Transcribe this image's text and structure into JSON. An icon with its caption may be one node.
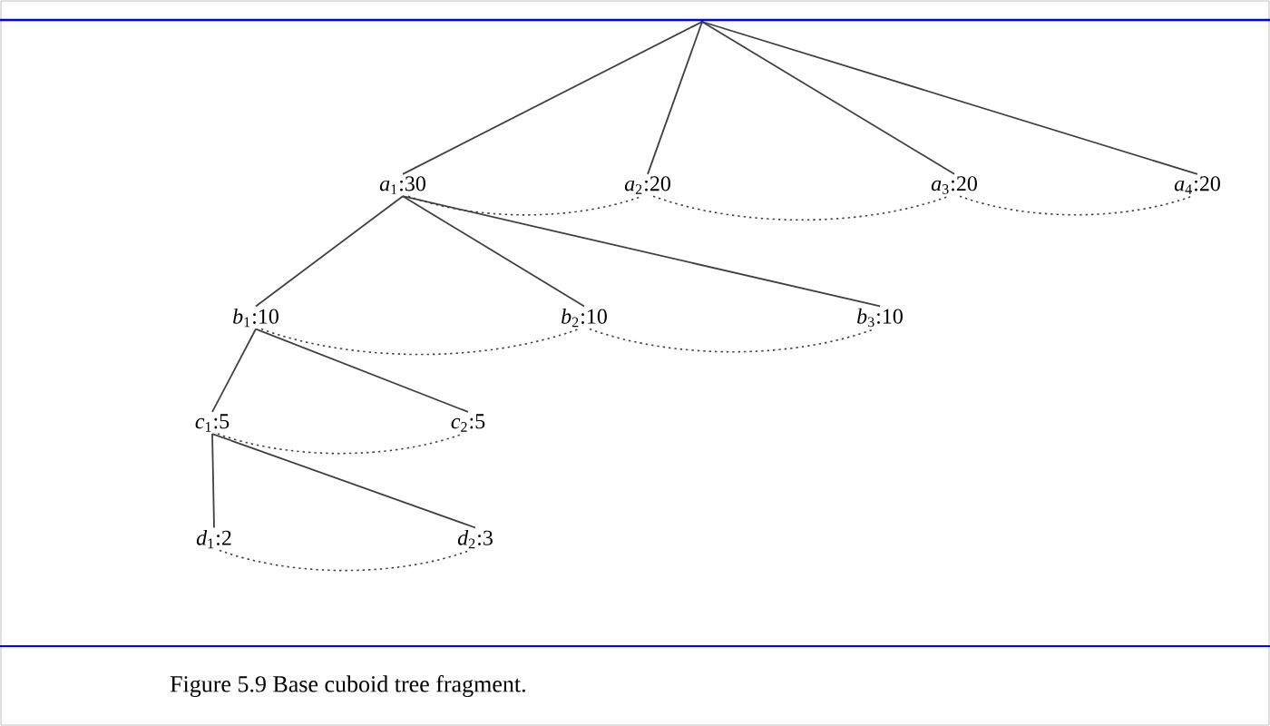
{
  "diagram": {
    "caption": "Figure 5.9 Base cuboid tree fragment.",
    "nodes": [
      {
        "text": [],
        "shape": "circle"
      },
      {
        "text": [
          "*a*$_{1}$:30"
        ]
      },
      {
        "text": [
          "*a*$_{2}$:20"
        ]
      },
      {
        "text": [
          "*a*$_{3}$:20"
        ]
      },
      {
        "text": [
          "*a*$_{4}$:20"
        ]
      },
      {
        "text": [
          "*b*$_{1}$:10"
        ]
      },
      {
        "text": [
          "*b*$_{2}$:10"
        ]
      },
      {
        "text": [
          "*b*$_{3}$:10"
        ]
      },
      {
        "text": [
          "*c*$_{1}$:5"
        ]
      },
      {
        "text": [
          "*c*$_{2}$:5"
        ]
      },
      {
        "text": [
          "*d*$_{1}$:2"
        ]
      },
      {
        "text": [
          "*d*$_{2}$:3"
        ]
      }
    ],
    "edges": [
      {
        "from": 0,
        "to": 1,
        "arrow": "none"
      },
      {
        "from": 0,
        "to": 2,
        "arrow": "none"
      },
      {
        "from": 0,
        "to": 3,
        "arrow": "none"
      },
      {
        "from": 0,
        "to": 4,
        "arrow": "none"
      },
      {
        "from": 1,
        "to": 2,
        "arrow": "none",
        "style": "dashed"
      },
      {
        "from": 2,
        "to": 3,
        "arrow": "none",
        "style": "dashed"
      },
      {
        "from": 3,
        "to": 4,
        "arrow": "none",
        "style": "dashed"
      },
      {
        "from": 1,
        "to": 5,
        "arrow": "none"
      },
      {
        "from": 1,
        "to": 6,
        "arrow": "none"
      },
      {
        "from": 1,
        "to": 7,
        "arrow": "none"
      },
      {
        "from": 5,
        "to": 6,
        "arrow": "none",
        "style": "dashed"
      },
      {
        "from": 6,
        "to": 7,
        "arrow": "none",
        "style": "dashed"
      },
      {
        "from": 5,
        "to": 8,
        "arrow": "none"
      },
      {
        "from": 5,
        "to": 9,
        "arrow": "none"
      },
      {
        "from": 8,
        "to": 9,
        "arrow": "none",
        "style": "dashed"
      },
      {
        "from": 8,
        "to": 10,
        "arrow": "none"
      },
      {
        "from": 8,
        "to": 11,
        "arrow": "none"
      },
      {
        "from": 10,
        "to": 11,
        "arrow": "none",
        "style": "dashed"
      }
    ]
  }
}
